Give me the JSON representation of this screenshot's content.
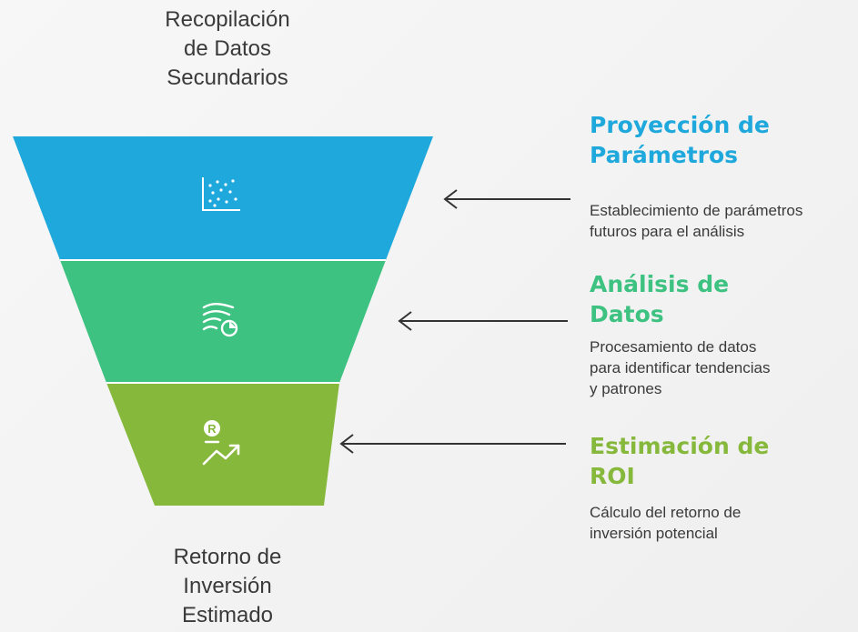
{
  "top_label": [
    "Recopilación",
    "de Datos",
    "Secundarios"
  ],
  "bottom_label": [
    "Retorno de",
    "Inversión",
    "Estimado"
  ],
  "colors": {
    "stage1": "#1ea8dc",
    "stage2": "#3dc281",
    "stage3": "#86b83c",
    "arrow": "#333333"
  },
  "stages": [
    {
      "icon": "scatter-plot-icon",
      "color": "#1ea8dc",
      "title": [
        "Proyección de",
        "Parámetros"
      ],
      "description": [
        "Establecimiento de parámetros",
        "futuros para el análisis"
      ]
    },
    {
      "icon": "data-flow-pie-icon",
      "color": "#3dc281",
      "title": [
        "Análisis de",
        "Datos"
      ],
      "description": [
        "Procesamiento de datos",
        "para identificar tendencias",
        "y patrones"
      ]
    },
    {
      "icon": "roi-growth-icon",
      "color": "#86b83c",
      "title": [
        "Estimación de",
        "ROI"
      ],
      "description": [
        "Cálculo del retorno de",
        "inversión potencial"
      ]
    }
  ]
}
